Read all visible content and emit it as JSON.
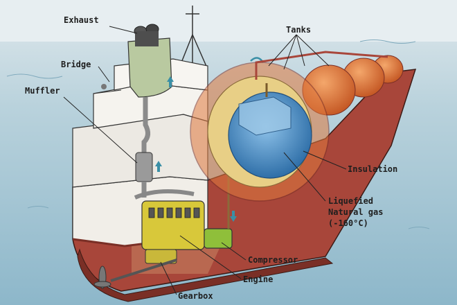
{
  "diagram": {
    "labels": {
      "exhaust": "Exhaust",
      "tanks": "Tanks",
      "bridge": "Bridge",
      "muffler": "Muffler",
      "insulation": "Insulation",
      "lng_line1": "Liquefied",
      "lng_line2": "Natural gas",
      "lng_line3": "(-160°C)",
      "compressor": "Compressor",
      "engine": "Engine",
      "gearbox": "Gearbox"
    },
    "colors": {
      "sky": "#dde7ec",
      "sea": "#9fc2d2",
      "hull_red": "#a8463a",
      "hull_dark": "#7a2f26",
      "deck": "#f1eee8",
      "tank_orange": "#e07a3f",
      "lng_blue": "#3f7fb8",
      "insulation_yellow": "#e8cf86",
      "engine_yellow": "#d8c83a",
      "compressor_green": "#8fbf3a",
      "funnel_green": "#b9c9a0",
      "flow_arrow": "#3a8fa6"
    }
  }
}
